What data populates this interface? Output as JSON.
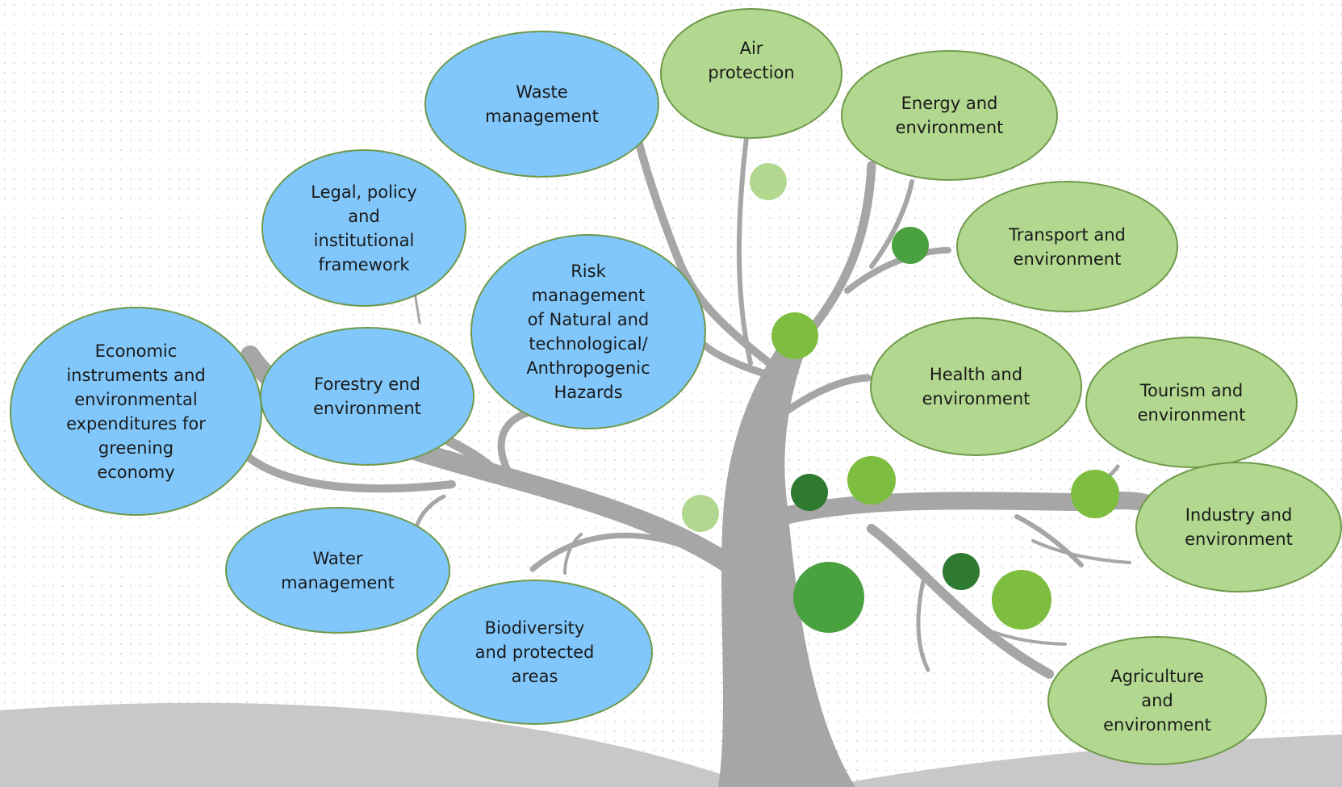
{
  "diagram": {
    "topics": [
      {
        "id": "waste",
        "label": "Waste\nmanagement",
        "group": "blue"
      },
      {
        "id": "air",
        "label": "Air\nprotection",
        "group": "green"
      },
      {
        "id": "energy",
        "label": "Energy and\nenvironment",
        "group": "green"
      },
      {
        "id": "legal",
        "label": "Legal, policy\nand\ninstitutional\nframework",
        "group": "blue"
      },
      {
        "id": "risk",
        "label": "Risk\nmanagement\nof Natural and\ntechnological/\nAnthropogenic\nHazards",
        "group": "blue"
      },
      {
        "id": "transport",
        "label": "Transport and\nenvironment",
        "group": "green"
      },
      {
        "id": "economic",
        "label": "Economic\ninstruments and\nenvironmental\nexpenditures for\ngreening\neconomy",
        "group": "blue"
      },
      {
        "id": "forestry",
        "label": "Forestry end\nenvironment",
        "group": "blue"
      },
      {
        "id": "health",
        "label": "Health and\nenvironment",
        "group": "green"
      },
      {
        "id": "tourism",
        "label": "Tourism  and\nenvironment",
        "group": "green"
      },
      {
        "id": "industry",
        "label": "Industry and\nenvironment",
        "group": "green"
      },
      {
        "id": "water",
        "label": "Water\nmanagement",
        "group": "blue"
      },
      {
        "id": "biodiversity",
        "label": "Biodiversity\nand protected\nareas",
        "group": "blue"
      },
      {
        "id": "agriculture",
        "label": "Agriculture\nand\nenvironment",
        "group": "green"
      }
    ],
    "colors": {
      "blue_fill": "#81c7fb",
      "green_fill": "#b2d78f",
      "outline": "#6f9a4a",
      "trunk": "#a6a6a6",
      "ground": "#c8c8c8",
      "leaf_light": "#b2d78f",
      "leaf_mid": "#7dbd3f",
      "leaf_green": "#4aa13f",
      "leaf_dark": "#2f7a31"
    }
  }
}
